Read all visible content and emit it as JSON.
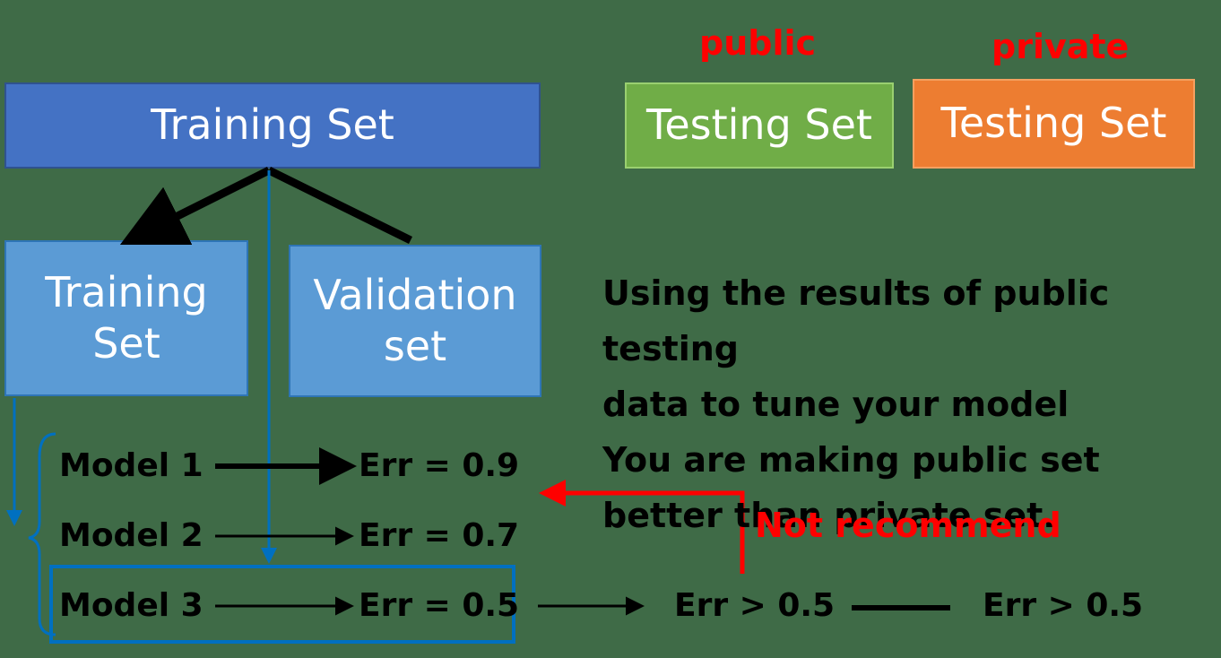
{
  "top_box": {
    "label": "Training Set"
  },
  "public_label": "public",
  "private_label": "private",
  "public_box": {
    "label": "Testing Set"
  },
  "private_box": {
    "label": "Testing Set"
  },
  "train_box": {
    "line1": "Training",
    "line2": "Set"
  },
  "validation_box": {
    "line1": "Validation",
    "line2": "set"
  },
  "models": [
    {
      "name": "Model 1",
      "err": "Err = 0.9"
    },
    {
      "name": "Model 2",
      "err": "Err = 0.7"
    },
    {
      "name": "Model 3",
      "err": "Err = 0.5"
    }
  ],
  "public_err": "Err > 0.5",
  "private_err": "Err > 0.5",
  "note": {
    "line1": "Using the results of public testing",
    "line2": "data to tune your model",
    "line3": "You are making public set",
    "line4": "better than private set."
  },
  "not_recommend": "Not recommend",
  "colors": {
    "background": "#3f6b47",
    "training": "#4472c4",
    "subset": "#5b9bd5",
    "public": "#70ad47",
    "private": "#ed7d31",
    "highlight": "#0070c0",
    "warning": "#ff0000"
  }
}
